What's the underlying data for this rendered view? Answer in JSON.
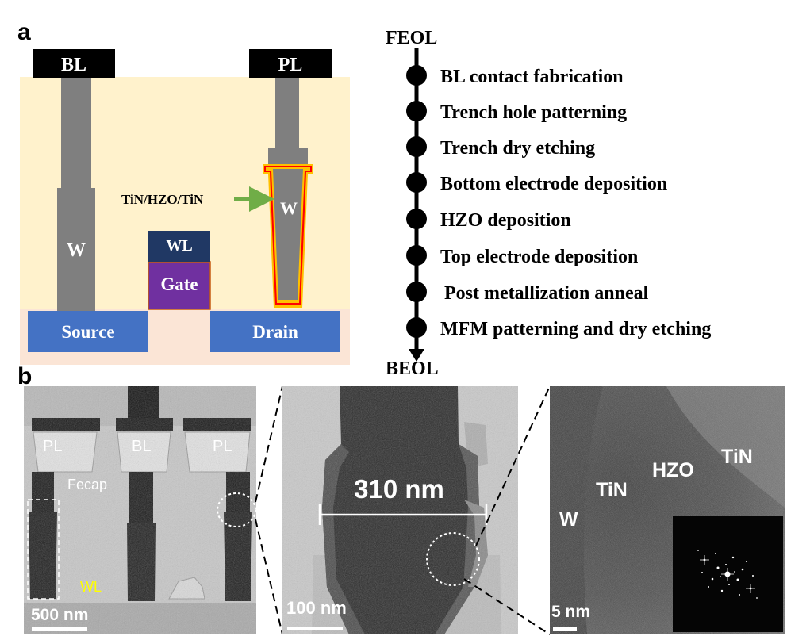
{
  "panel_a": {
    "letter": "a",
    "schematic": {
      "bl_label": "BL",
      "pl_label": "PL",
      "w_left": "W",
      "w_right": "W",
      "wl_label": "WL",
      "gate_label": "Gate",
      "source_label": "Source",
      "drain_label": "Drain",
      "stack_label": "TiN/HZO/TiN"
    },
    "process_flow": {
      "start": "FEOL",
      "end": "BEOL",
      "steps": [
        "BL contact fabrication",
        "Trench hole patterning",
        "Trench dry etching",
        "Bottom electrode deposition",
        "HZO deposition",
        "Top electrode deposition",
        "Post metallization anneal",
        "MFM patterning and dry etching"
      ]
    }
  },
  "panel_b": {
    "letter": "b",
    "image1": {
      "labels": [
        "PL",
        "BL",
        "PL"
      ],
      "fecap_label": "Fecap",
      "wl_label": "WL",
      "scale_label": "500 nm"
    },
    "image2": {
      "dimension_label": "310 nm",
      "scale_label": "100 nm"
    },
    "image3": {
      "w_label": "W",
      "tin_left_label": "TiN",
      "hzo_label": "HZO",
      "tin_right_label": "TiN",
      "scale_label": "5 nm"
    }
  },
  "colors": {
    "oxide_background": "#fff2cc",
    "substrate": "#fbe5d6",
    "source_drain": "#4472c4",
    "gate": "#7030a0",
    "wordline": "#203864",
    "plug": "#7f7f7f",
    "ferro_red": "#ff0000",
    "ferro_yellow": "#ffc000",
    "arrow_green": "#70ad47",
    "wl_text_yellow": "#ffff00"
  }
}
